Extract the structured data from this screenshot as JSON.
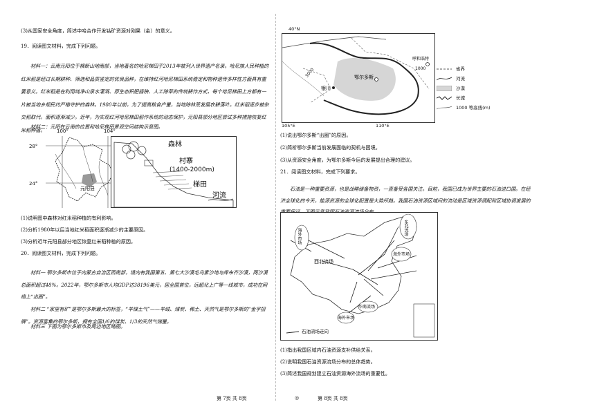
{
  "left": {
    "l1": "(3)从国家安全角度，简述中哈合作开发钴矿资源对刚果（金）的意义。",
    "q19": "19．阅读图文材料，完成下列问题。",
    "m1": "材料一：云南元阳位于横断山地南部，当地著名的哈尼梯田于2013年被列入世界遗产名录。哈尼族人民种植的红米稻是经过长期耕种、筛选和品质鉴定的优良品种，在维持红河哈尼梯田系统稳定和物种遗传多样性方面具有重要意义。红米稻是在利用纯净山泉水灌溉、原生态积肥插秧、人工除草的传统耕作方式，每个哈尼梯田上方都有一片被当地乡规民约严格守护的森林。1980年以前，为了提高粮食产量，当地除林荒发展农耕落叶。红米稻逐步被杂交稻取代，面积逐渐减少。近年，为实现红河哈尼梯田稻作系统的动态保护，元阳县部分地区尝试多种措施恢复红米稻种植。",
    "m2": "材料二：元阳在云南的位置和哈尼梯田景观空间结构示意图。",
    "map": {
      "lon1": "100°",
      "lon2": "104°",
      "lat1": "28°",
      "lat2": "24°",
      "county": "元阳县"
    },
    "diagram": {
      "forest": "森林",
      "village": "村寨",
      "alt": "(1400-2000m)",
      "terrace": "梯田",
      "river": "河流"
    },
    "q19_1": "(1)说明图中森林对红米稻种植的有利影响。",
    "q19_2": "(2)分析1980年以后当地红米稻面积逐渐减少的主要原因。",
    "q19_3": "(3)分析近年元阳县部分地区恢复红米稻种植的原因。",
    "q20": "20．阅读图文材料，完成下列问题。",
    "m3": "材料一  鄂尔多斯市位于内蒙古自治区西南部，境内有我国第五、第七大沙漠毛乌素沙地与库布齐沙漠，两沙漠总面积超过48%。2022年，鄂尔多斯市人均GDP达38196美元，居全国首位，远超北上广等一线城市，成功在网络上“出圈”。",
    "m4": "材料二  “家里有矿”是鄂尔多斯最大的标签，“羊煤土气”——羊绒、煤炭、稀土、天然气是鄂尔多斯的“金字招牌”。资源富集的鄂尔多斯，拥有全国1/6的煤炭、1/3的天然气储量。",
    "m5": "材料三  下图为鄂尔多斯市及周边地区略图。",
    "footer": "第 7页  共 8页"
  },
  "right": {
    "ordos_map": {
      "lat": "40°N",
      "lon1": "105°E",
      "lon2": "110°E",
      "city1": "鄂尔多斯",
      "city2": "银川",
      "city3": "呼和浩特",
      "c1": "3000",
      "c2": "1000",
      "legend": [
        "省界",
        "河流",
        "沙漠",
        "长城",
        "1000 等高线(m)"
      ]
    },
    "q20_1": "(1)说出鄂尔多斯“出圈”的原因。",
    "q20_2": "(2)简析鄂尔多斯当前发展面临的契机与困境。",
    "q20_3": "(3)从资源安全角度，为鄂尔多斯今后的发展提出合理的建议。",
    "q21": "21．阅读图文材料，完成下列要求。",
    "m6": "石油是一种重要资源，也是战略储备物资，一直备受各国关注。目前，我国已成为世界主要的石油进口国。在经济全球化的今天，能源资源的全球化配置是大势所趋。我国石油资源区域间的流动是区域资源调配和区域协调发展的重要保证。下图示意我国石油资源流场分布。",
    "china_map": {
      "ne": "东北流场",
      "nw": "西北流场",
      "sea1": "海外市场",
      "sea2": "海外市场",
      "sea3": "海外市场",
      "south": "华南流场",
      "legend": "石油流场走向"
    },
    "q21_1": "(1)指出我国区域内石油资源支补供给关系。",
    "q21_2": "(2)说明我国石油资源流场分布的总体趋势。",
    "q21_3": "(3)简述我国规划建立石油资源海外流场的重要性。",
    "footer": "第 8页  共 8页"
  },
  "center_mark": "◎"
}
